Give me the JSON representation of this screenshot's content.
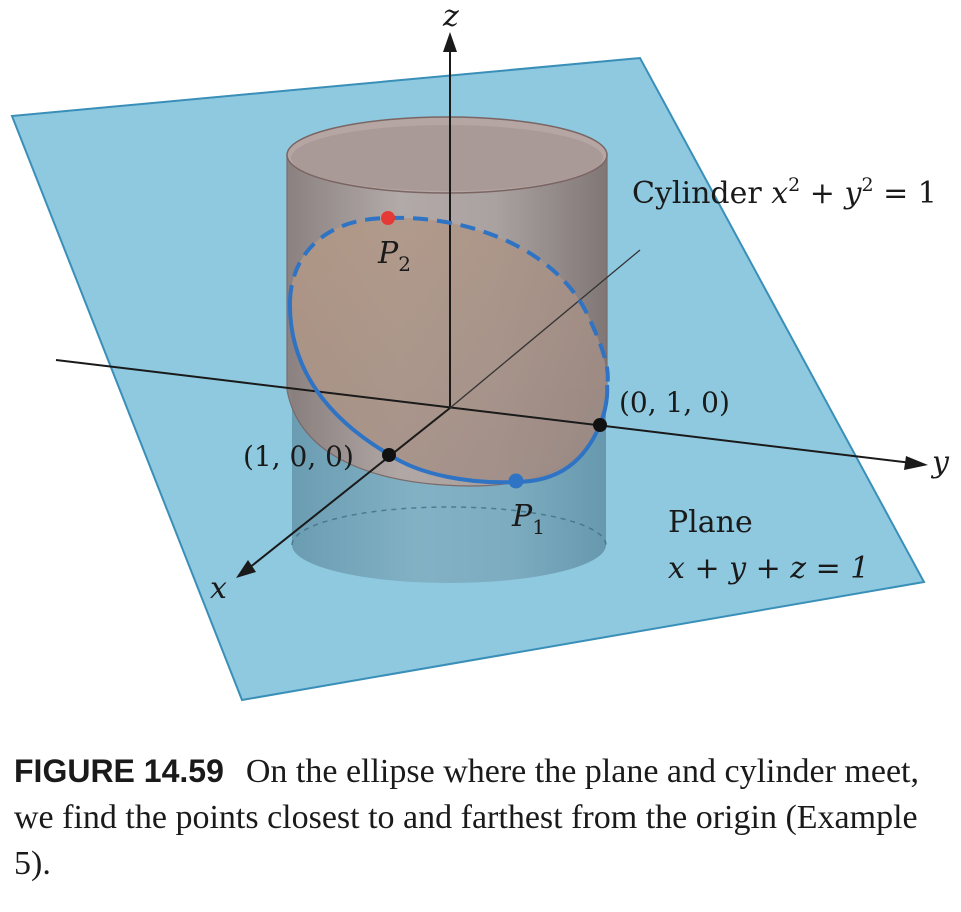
{
  "figure": {
    "axes": {
      "x": "x",
      "y": "y",
      "z": "z"
    },
    "cylinder": {
      "prefix": "Cylinder ",
      "x": "x",
      "x_exp": "2",
      "plus": " + ",
      "y": "y",
      "y_exp": "2",
      "rhs": " = 1"
    },
    "plane": {
      "word": "Plane",
      "equation": "x + y + z = 1"
    },
    "points": {
      "p1": {
        "letter": "P",
        "sub": "1"
      },
      "p2": {
        "letter": "P",
        "sub": "2"
      },
      "x_intercept": "(1, 0, 0)",
      "y_intercept": "(0, 1, 0)"
    },
    "colors": {
      "plane": "#8ec9e0",
      "plane_edge": "#3a8fb8",
      "cylinder": "#a89895",
      "ellipse": "#2f73c4",
      "p1": "#2f73c4",
      "p2": "#e53935",
      "intercept": "#111111"
    }
  },
  "caption": {
    "label": "FIGURE 14.59",
    "text": "On the ellipse where the plane and cylinder meet, we find the points closest to and farthest from the origin (Example 5)."
  }
}
